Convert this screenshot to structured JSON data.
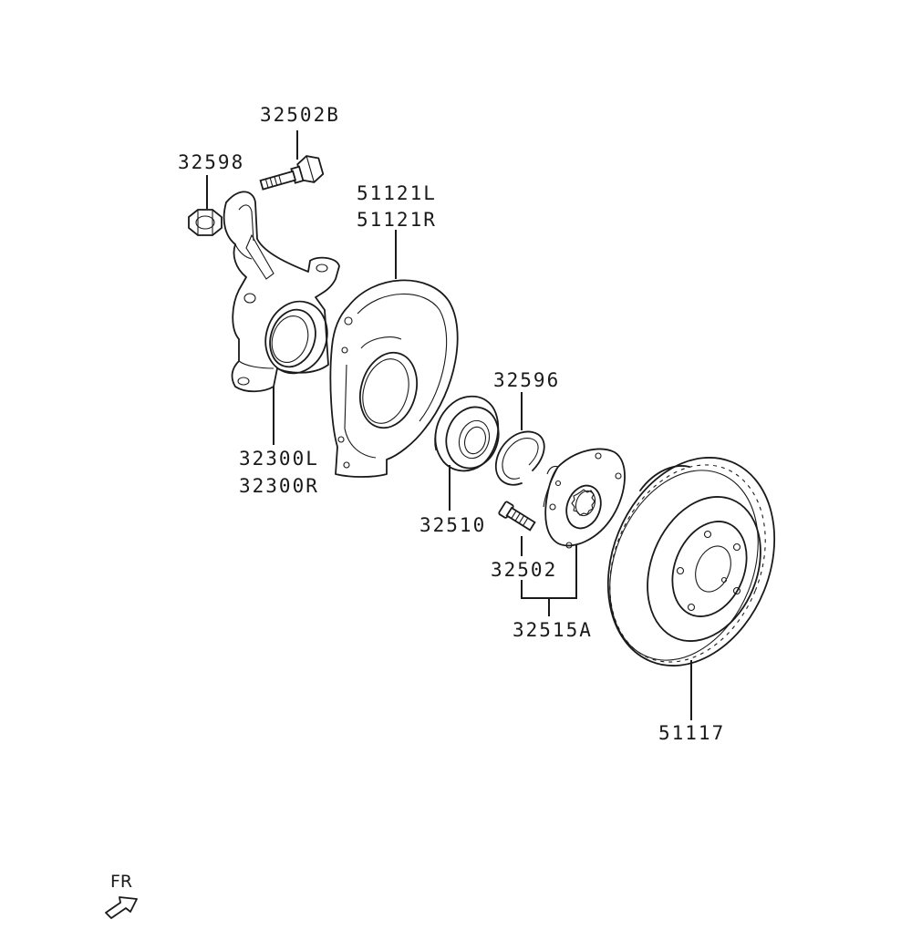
{
  "labels": {
    "bolt_knuckle": "32502B",
    "nut": "32598",
    "knuckle_l": "32300L",
    "knuckle_r": "32300R",
    "dust_shield_l": "51121L",
    "dust_shield_r": "51121R",
    "snap_ring": "32596",
    "bearing": "32510",
    "hub_bolt": "32502",
    "hub_assy": "32515A",
    "rotor": "51117"
  },
  "direction": {
    "text": "FR"
  },
  "icons": {
    "direction_arrow": "arrow-front-icon"
  }
}
